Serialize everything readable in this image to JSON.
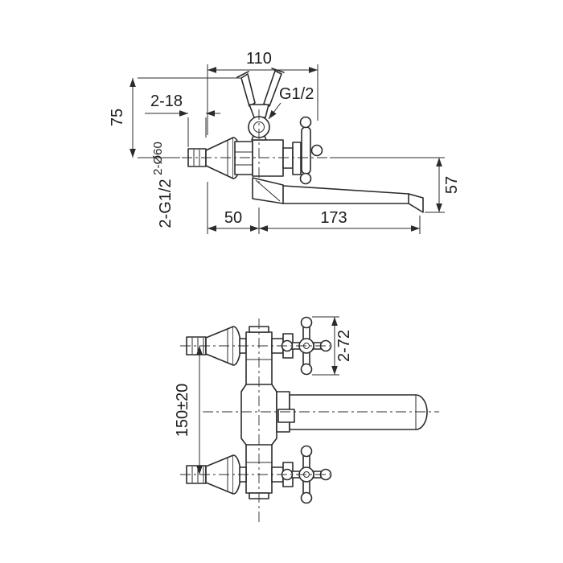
{
  "colors": {
    "line": "#2b2b2b",
    "background": "#ffffff"
  },
  "drawing": {
    "side_view": {
      "overall_depth": "110",
      "top_thread": "G1/2",
      "wall_stub": "2-18",
      "holder_height": "75",
      "escutcheon_dia": "2-Ø60",
      "inlet_thread": "2-G1/2",
      "body_offset": "50",
      "spout_reach": "173",
      "spout_drop": "57"
    },
    "front_view": {
      "handle_dia": "2-72",
      "inlet_centers": "150±20"
    }
  }
}
